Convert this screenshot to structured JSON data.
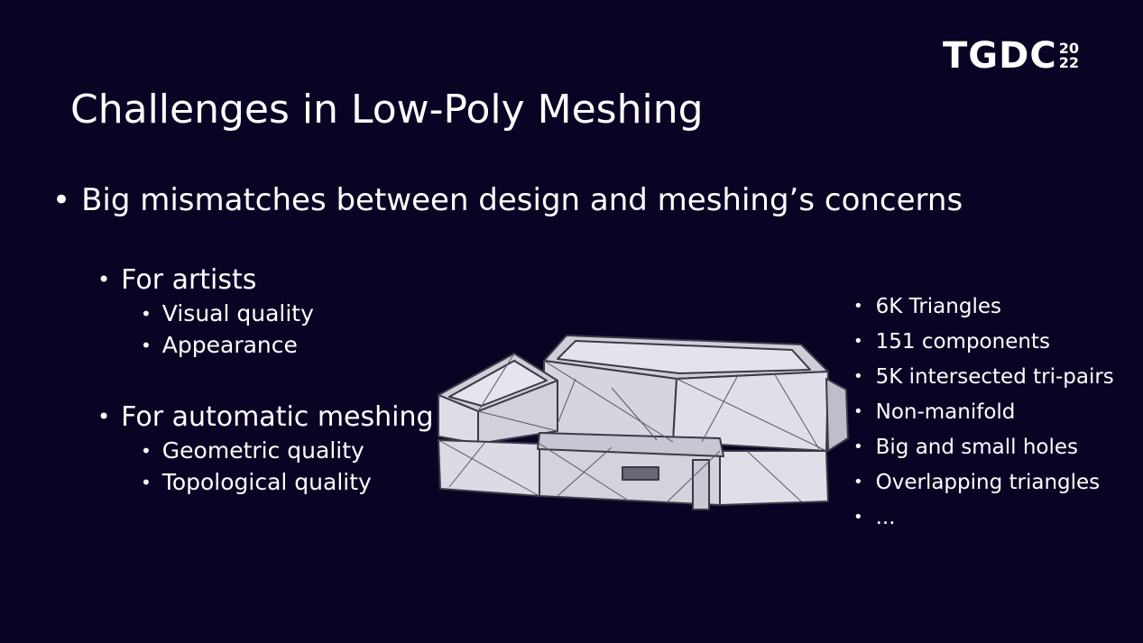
{
  "logo": {
    "text": "TGDC",
    "year_top": "20",
    "year_bottom": "22"
  },
  "title": "Challenges in Low-Poly Meshing",
  "main_bullet": "Big mismatches between design and meshing’s concerns",
  "groups": [
    {
      "heading": "For artists",
      "items": [
        "Visual quality",
        "Appearance"
      ]
    },
    {
      "heading": "For automatic meshing",
      "items": [
        "Geometric quality",
        "Topological quality"
      ]
    }
  ],
  "stats": [
    "6K Triangles",
    "151 components",
    "5K intersected tri-pairs",
    "Non-manifold",
    "Big and small holes",
    "Overlapping triangles",
    "..."
  ],
  "colors": {
    "background": "#0a0324",
    "text": "#ffffff",
    "mesh_fill": "#d9d7e0",
    "mesh_edge": "#3a3a44"
  }
}
